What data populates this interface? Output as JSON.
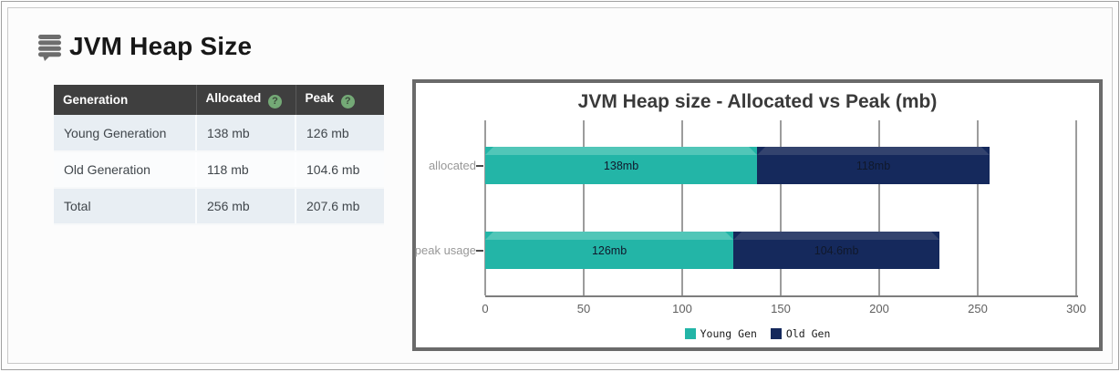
{
  "page": {
    "title": "JVM Heap Size"
  },
  "icons": {
    "help_glyph": "?"
  },
  "colors": {
    "young_gen": "#23b5a7",
    "young_gen_bevel": "#51c6b8",
    "old_gen": "#15295c",
    "old_gen_bevel": "#33436e",
    "table_header_bg": "#3f3f3f",
    "help_icon_green": "#74a976",
    "chart_border": "#6a6a6a",
    "row_alt_bg": "#e8eef3"
  },
  "table": {
    "headers": [
      {
        "label": "Generation",
        "has_help": false
      },
      {
        "label": "Allocated",
        "has_help": true
      },
      {
        "label": "Peak",
        "has_help": true
      }
    ],
    "rows": [
      {
        "generation": "Young Generation",
        "allocated": "138 mb",
        "peak": "126 mb"
      },
      {
        "generation": "Old Generation",
        "allocated": "118 mb",
        "peak": "104.6 mb"
      },
      {
        "generation": "Total",
        "allocated": "256 mb",
        "peak": "207.6 mb"
      }
    ]
  },
  "chart_data": {
    "type": "bar",
    "orientation": "horizontal",
    "stacked": true,
    "title": "JVM Heap size - Allocated vs Peak (mb)",
    "categories": [
      "allocated",
      "peak usage"
    ],
    "series": [
      {
        "name": "Young Gen",
        "color": "#23b5a7",
        "bevel_color": "#51c6b8",
        "values": [
          138,
          126
        ],
        "labels": [
          "138mb",
          "126mb"
        ]
      },
      {
        "name": "Old Gen",
        "color": "#15295c",
        "bevel_color": "#33436e",
        "values": [
          118,
          104.6
        ],
        "labels": [
          "118mb",
          "104.6mb"
        ]
      }
    ],
    "xlim": [
      0,
      300
    ],
    "xticks": [
      0,
      50,
      100,
      150,
      200,
      250,
      300
    ],
    "grid": true,
    "legend_position": "bottom"
  }
}
